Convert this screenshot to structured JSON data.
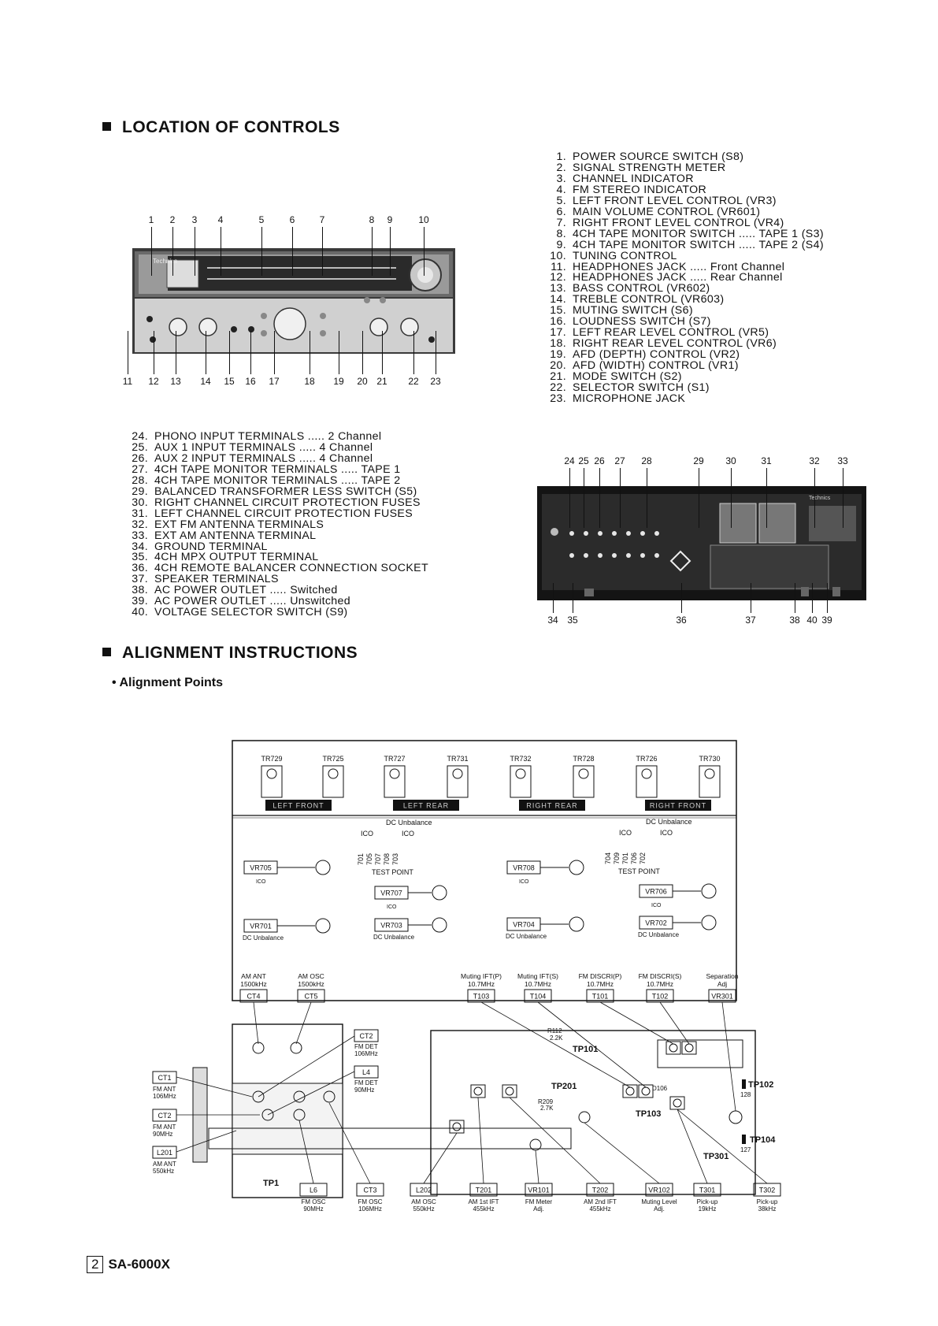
{
  "location_title": "LOCATION OF CONTROLS",
  "front_controls": [
    {
      "n": "1.",
      "t": "POWER SOURCE SWITCH (S8)"
    },
    {
      "n": "2.",
      "t": "SIGNAL STRENGTH METER"
    },
    {
      "n": "3.",
      "t": "CHANNEL INDICATOR"
    },
    {
      "n": "4.",
      "t": "FM STEREO INDICATOR"
    },
    {
      "n": "5.",
      "t": "LEFT FRONT LEVEL CONTROL (VR3)"
    },
    {
      "n": "6.",
      "t": "MAIN VOLUME CONTROL (VR601)"
    },
    {
      "n": "7.",
      "t": "RIGHT FRONT LEVEL CONTROL (VR4)"
    },
    {
      "n": "8.",
      "t": "4CH TAPE MONITOR SWITCH ..... TAPE 1 (S3)"
    },
    {
      "n": "9.",
      "t": "4CH TAPE MONITOR SWITCH ..... TAPE 2 (S4)"
    },
    {
      "n": "10.",
      "t": "TUNING CONTROL"
    },
    {
      "n": "11.",
      "t": "HEADPHONES JACK ..... Front Channel"
    },
    {
      "n": "12.",
      "t": "HEADPHONES JACK ..... Rear Channel"
    },
    {
      "n": "13.",
      "t": "BASS CONTROL (VR602)"
    },
    {
      "n": "14.",
      "t": "TREBLE CONTROL (VR603)"
    },
    {
      "n": "15.",
      "t": "MUTING SWITCH (S6)"
    },
    {
      "n": "16.",
      "t": "LOUDNESS SWITCH (S7)"
    },
    {
      "n": "17.",
      "t": "LEFT REAR LEVEL CONTROL (VR5)"
    },
    {
      "n": "18.",
      "t": "RIGHT REAR LEVEL CONTROL (VR6)"
    },
    {
      "n": "19.",
      "t": "AFD (DEPTH) CONTROL (VR2)"
    },
    {
      "n": "20.",
      "t": "AFD (WIDTH) CONTROL (VR1)"
    },
    {
      "n": "21.",
      "t": "MODE SWITCH (S2)"
    },
    {
      "n": "22.",
      "t": "SELECTOR SWITCH (S1)"
    },
    {
      "n": "23.",
      "t": "MICROPHONE JACK"
    }
  ],
  "rear_controls": [
    {
      "n": "24.",
      "t": "PHONO INPUT TERMINALS ..... 2 Channel"
    },
    {
      "n": "25.",
      "t": "AUX 1 INPUT TERMINALS ..... 4 Channel"
    },
    {
      "n": "26.",
      "t": "AUX 2 INPUT TERMINALS ..... 4 Channel"
    },
    {
      "n": "27.",
      "t": "4CH TAPE MONITOR TERMINALS ..... TAPE 1"
    },
    {
      "n": "28.",
      "t": "4CH TAPE MONITOR TERMINALS ..... TAPE 2"
    },
    {
      "n": "29.",
      "t": "BALANCED TRANSFORMER LESS SWITCH (S5)"
    },
    {
      "n": "30.",
      "t": "RIGHT CHANNEL CIRCUIT PROTECTION FUSES"
    },
    {
      "n": "31.",
      "t": "LEFT CHANNEL CIRCUIT PROTECTION FUSES"
    },
    {
      "n": "32.",
      "t": "EXT FM ANTENNA TERMINALS"
    },
    {
      "n": "33.",
      "t": "EXT AM ANTENNA TERMINAL"
    },
    {
      "n": "34.",
      "t": "GROUND TERMINAL"
    },
    {
      "n": "35.",
      "t": "4CH MPX OUTPUT TERMINAL"
    },
    {
      "n": "36.",
      "t": "4CH REMOTE BALANCER CONNECTION SOCKET"
    },
    {
      "n": "37.",
      "t": "SPEAKER TERMINALS"
    },
    {
      "n": "38.",
      "t": "AC POWER OUTLET ..... Switched"
    },
    {
      "n": "39.",
      "t": "AC POWER OUTLET ..... Unswitched"
    },
    {
      "n": "40.",
      "t": "VOLTAGE SELECTOR SWITCH (S9)"
    }
  ],
  "front_callouts_top": [
    "1",
    "2",
    "3",
    "4",
    "5",
    "6",
    "7",
    "8",
    "9",
    "10"
  ],
  "front_callouts_bottom": [
    "11",
    "12",
    "13",
    "14",
    "15",
    "16",
    "17",
    "18",
    "19",
    "20",
    "21",
    "22",
    "23"
  ],
  "rear_callouts_top": [
    "24",
    "25",
    "26",
    "27",
    "28",
    "29",
    "30",
    "31",
    "32",
    "33"
  ],
  "rear_callouts_bottom": [
    "34",
    "35",
    "36",
    "37",
    "38",
    "40",
    "39"
  ],
  "brand": "Technics",
  "alignment_title": "ALIGNMENT INSTRUCTIONS",
  "alignment_subtitle": "• Alignment Points",
  "diagram": {
    "top_transistors": [
      "TR729",
      "TR725",
      "TR727",
      "TR731",
      "TR732",
      "TR728",
      "TR726",
      "TR730"
    ],
    "channel_labels": [
      "LEFT FRONT",
      "LEFT REAR",
      "RIGHT REAR",
      "RIGHT FRONT"
    ],
    "dc_unbalance": "DC Unbalance",
    "ico": "ICO",
    "test_point": "TEST POINT",
    "test_pins_left": [
      "701",
      "705",
      "707",
      "708",
      "703"
    ],
    "test_pins_right": [
      "704",
      "709",
      "701",
      "706",
      "702"
    ],
    "vr_ico": [
      "VR705",
      "VR708",
      "VR707",
      "VR706"
    ],
    "vr_dc": [
      "VR701",
      "VR703",
      "VR704",
      "VR702"
    ],
    "tuner_top_labels": [
      {
        "name": "AM ANT",
        "freq": "1500kHz",
        "box": "CT4"
      },
      {
        "name": "AM OSC",
        "freq": "1500kHz",
        "box": "CT5"
      },
      {
        "name": "Muting IFT(P)",
        "freq": "10.7MHz",
        "box": "T103"
      },
      {
        "name": "Muting IFT(S)",
        "freq": "10.7MHz",
        "box": "T104"
      },
      {
        "name": "FM DISCRI(P)",
        "freq": "10.7MHz",
        "box": "T101"
      },
      {
        "name": "FM DISCRI(S)",
        "freq": "10.7MHz",
        "box": "T102"
      },
      {
        "name": "Separation",
        "freq": "Adj",
        "box": "VR301"
      }
    ],
    "left_labels": [
      {
        "box": "CT1",
        "l1": "FM ANT",
        "l2": "106MHz"
      },
      {
        "box": "CT2",
        "l1": "FM ANT",
        "l2": "90MHz"
      },
      {
        "box": "L201",
        "l1": "AM ANT",
        "l2": "550kHz"
      }
    ],
    "mid_labels": [
      {
        "box": "CT2",
        "l1": "FM DET",
        "l2": "106MHz"
      },
      {
        "box": "L4",
        "l1": "FM DET",
        "l2": "90MHz"
      }
    ],
    "bottom_labels": [
      {
        "box": "L6",
        "l1": "FM OSC",
        "l2": "90MHz"
      },
      {
        "box": "CT3",
        "l1": "FM OSC",
        "l2": "106MHz"
      },
      {
        "box": "L202",
        "l1": "AM OSC",
        "l2": "550kHz"
      },
      {
        "box": "T201",
        "l1": "AM 1st IFT",
        "l2": "455kHz"
      },
      {
        "box": "VR101",
        "l1": "FM Meter",
        "l2": "Adj."
      },
      {
        "box": "T202",
        "l1": "AM 2nd IFT",
        "l2": "455kHz"
      },
      {
        "box": "VR102",
        "l1": "Muting Level",
        "l2": "Adj."
      },
      {
        "box": "T301",
        "l1": "Pick-up",
        "l2": "19kHz"
      },
      {
        "box": "T302",
        "l1": "Pick-up",
        "l2": "38kHz"
      }
    ],
    "test_points": [
      "TP101",
      "TP201",
      "TP103",
      "TP102",
      "TP104",
      "TP301",
      "TP1"
    ],
    "parts": {
      "r112": "R112",
      "r112v": "2.2K",
      "r209": "R209",
      "r209v": "2.7K",
      "d106": "D106",
      "n128": "128",
      "n127": "127"
    }
  },
  "footer": {
    "page": "2",
    "model": "SA-6000X"
  }
}
